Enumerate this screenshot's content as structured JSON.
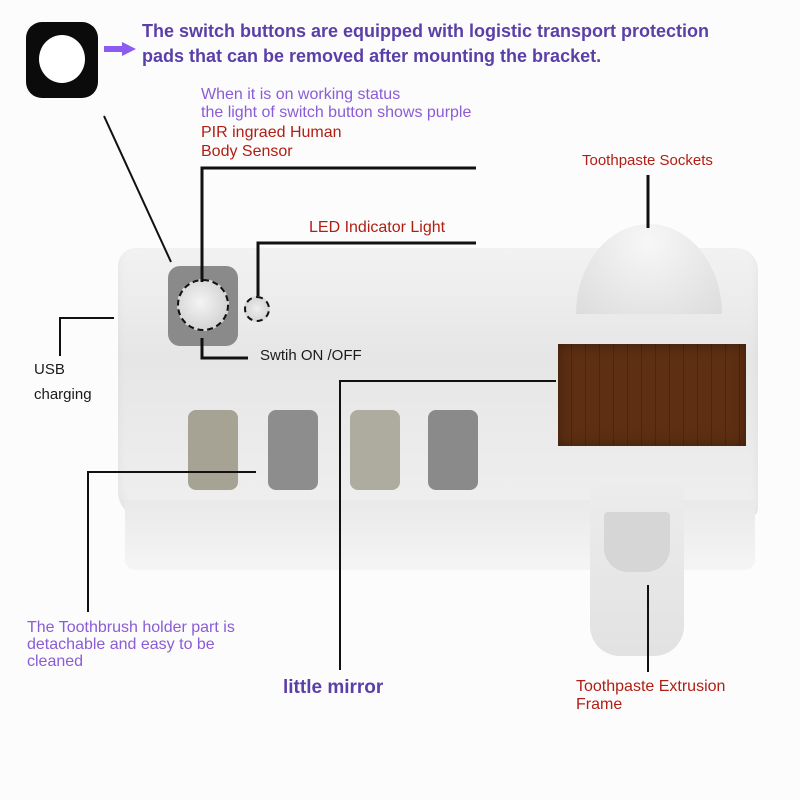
{
  "header": {
    "note_line1": "The switch buttons are equipped with logistic transport protection",
    "note_line2": "pads that can be removed after mounting the bracket.",
    "icons": [
      "protection-pad-icon",
      "arrow-right-icon"
    ]
  },
  "callouts": {
    "working_status_line1": "When it is on working status",
    "working_status_line2": "the light of switch button shows purple",
    "pir_line1": "PIR ingraed Human",
    "pir_line2": "Body Sensor",
    "led": "LED Indicator Light",
    "switch": "Swtih ON /OFF",
    "usb_line1": "USB",
    "usb_line2": "charging",
    "toothpaste_sockets": "Toothpaste Sockets",
    "holder_line1": "The Toothbrush holder part is",
    "holder_line2": "detachable and easy to be",
    "holder_line3": "cleaned",
    "mirror": "little mirror",
    "extrusion_line1": "Toothpaste Extrusion",
    "extrusion_line2": "Frame"
  },
  "colors": {
    "header_purple": "#5b3fa8",
    "lilac": "#8a5cd6",
    "red": "#b01e14",
    "mirror_brown": "#5e2f12",
    "arrow": "#8a5cf0"
  },
  "product": {
    "slots": [
      {
        "color": "#a6a294"
      },
      {
        "color": "#8d8d8d"
      },
      {
        "color": "#aeac9e"
      },
      {
        "color": "#8a8a8a"
      }
    ]
  }
}
